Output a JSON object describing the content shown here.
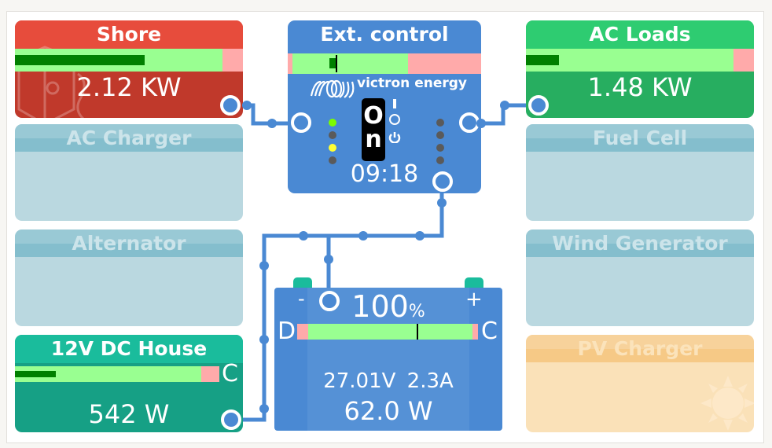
{
  "tiles": {
    "shore": {
      "title": "Shore",
      "value": "2.12 KW",
      "bar_fraction": 0.59,
      "color": "#e74c3c"
    },
    "ac_loads": {
      "title": "AC Loads",
      "value": "1.48 KW",
      "bar_fraction": 0.15,
      "color": "#2ecc71"
    },
    "ac_charger": {
      "title": "AC Charger"
    },
    "alternator": {
      "title": "Alternator"
    },
    "fuel_cell": {
      "title": "Fuel Cell"
    },
    "wind_generator": {
      "title": "Wind Generator"
    },
    "pv_charger": {
      "title": "PV Charger"
    },
    "dc_house": {
      "title": "12V DC House",
      "value": "542 W",
      "bar_fraction": 0.2,
      "bar_end_label": "C",
      "color": "#1abc9c"
    }
  },
  "inverter": {
    "title": "Ext. control",
    "brand": "victron energy",
    "switch_label_top": "O",
    "switch_label_bottom": "n",
    "switch_state": "On",
    "mode_icons": [
      "I",
      "O",
      "power"
    ],
    "time": "09:18",
    "leds_left": [
      "#7cfc00",
      "#5a5a5a",
      "#ffff33",
      "#5a5a5a"
    ],
    "leds_right": [
      "#5a5a5a",
      "#5a5a5a",
      "#5a5a5a",
      "#5a5a5a"
    ]
  },
  "battery": {
    "soc": "100",
    "soc_unit": "%",
    "minus_label": "-",
    "plus_label": "+",
    "discharge_label": "D",
    "charge_label": "C",
    "voltage": "27.01V",
    "current": "2.3A",
    "power": "62.0 W",
    "bar_marker_fraction": 0.66
  }
}
